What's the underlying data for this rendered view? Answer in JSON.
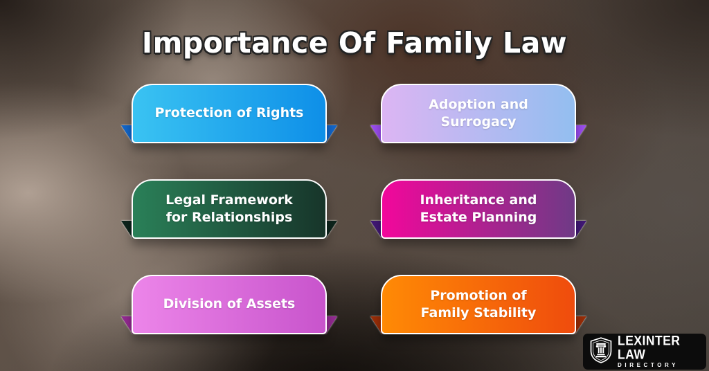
{
  "title": "Importance Of Family Law",
  "cards": [
    {
      "label": "Protection of Rights",
      "gradient_left": "#3ac3f2",
      "gradient_right": "#0e8fe8",
      "tail_color": "#1266c9"
    },
    {
      "label": "Adoption and\nSurrogacy",
      "gradient_left": "#dcb5f3",
      "gradient_right": "#93bef0",
      "tail_color": "#9b4cf0"
    },
    {
      "label": "Legal Framework\nfor Relationships",
      "gradient_left": "#2a8058",
      "gradient_right": "#17352a",
      "tail_color": "#0d241c"
    },
    {
      "label": "Inheritance and\nEstate Planning",
      "gradient_left": "#f2079b",
      "gradient_right": "#6f3a86",
      "tail_color": "#411875"
    },
    {
      "label": "Division of Assets",
      "gradient_left": "#ec85e9",
      "gradient_right": "#c854cc",
      "tail_color": "#932a91"
    },
    {
      "label": "Promotion of\nFamily Stability",
      "gradient_left": "#ff8a05",
      "gradient_right": "#ef4c0d",
      "tail_color": "#992d07"
    }
  ],
  "logo": {
    "title": "LEXINTER LAW",
    "subtitle": "DIRECTORY",
    "icon": "pillar-shield-icon"
  }
}
